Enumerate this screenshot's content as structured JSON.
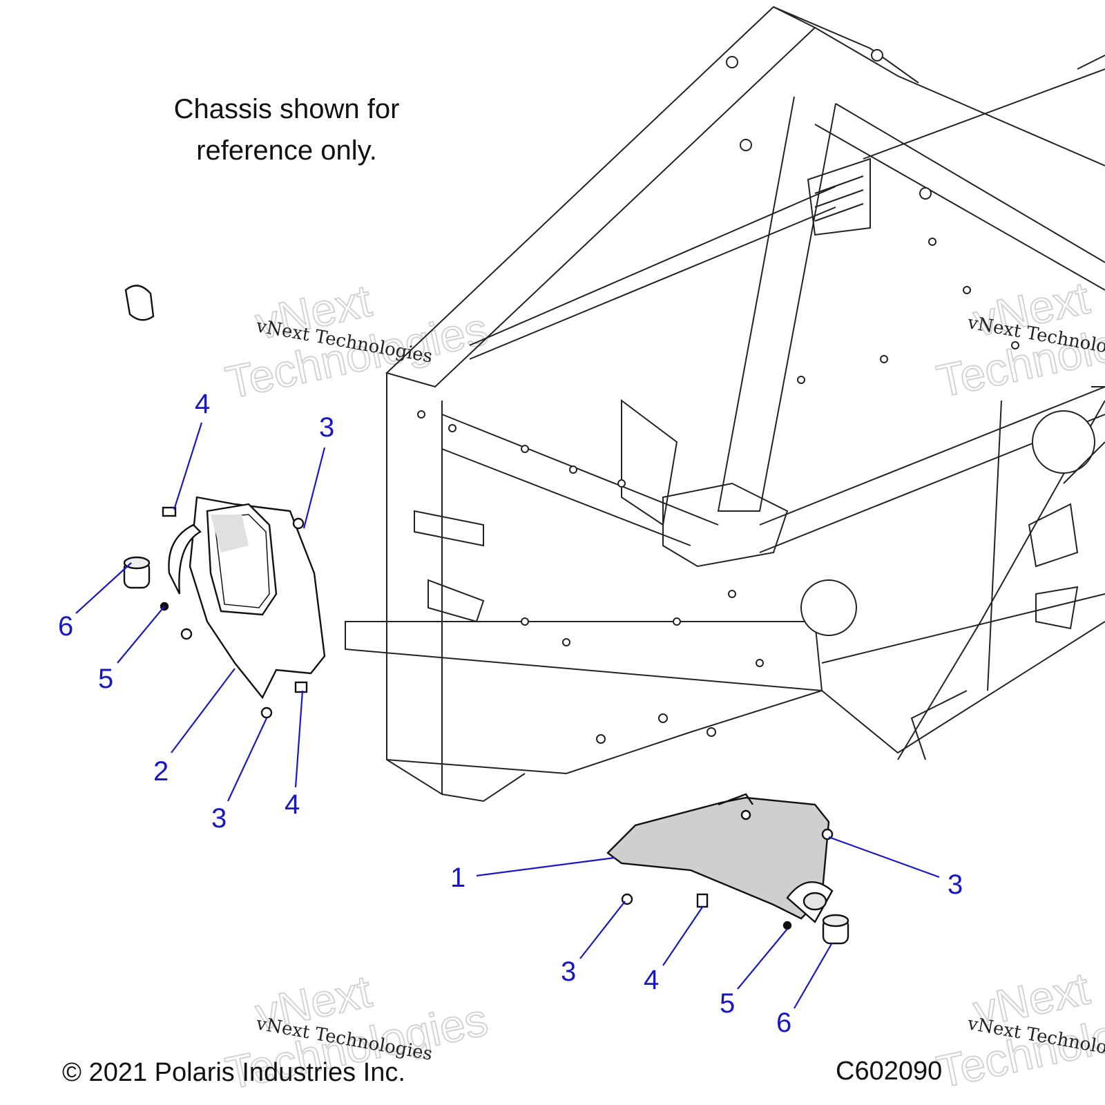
{
  "note": {
    "line1": "Chassis shown for",
    "line2": "reference only."
  },
  "copyright": "© 2021 Polaris Industries Inc.",
  "figure_id": "C602090",
  "watermarks": {
    "small": "vNext Technologies",
    "big_line1": "vNext",
    "big_line2": "Technologies"
  },
  "callouts": {
    "left_assembly": {
      "four_top": "4",
      "three_top": "3",
      "six": "6",
      "five": "5",
      "two": "2",
      "three_bottom": "3",
      "four_bottom": "4"
    },
    "right_assembly": {
      "one": "1",
      "three_right": "3",
      "three_left": "3",
      "four": "4",
      "five": "5",
      "six": "6"
    }
  },
  "colors": {
    "callout": "#1717c7",
    "line": "#222222",
    "watermark": "#d3d3d3"
  }
}
